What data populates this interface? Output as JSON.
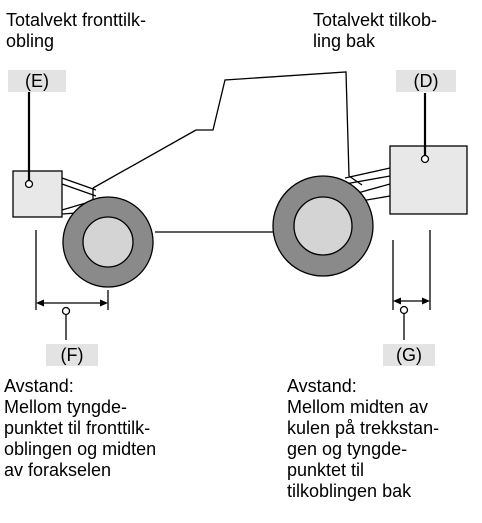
{
  "labels": {
    "front_weight_title": "Totalvekt fronttilk-\nobling",
    "rear_weight_title": "Totalvekt tilkob-\nling bak",
    "tag_e": "(E)",
    "tag_d": "(D)",
    "tag_f": "(F)",
    "tag_g": "(G)",
    "desc_f": "Avstand:\nMellom tyngde-\npunktet til fronttilk-\noblingen og midten\nav forakselen",
    "desc_g": "Avstand:\nMellom midten av\nkulen på trekkstan-\ngen og tyngde-\npunktet til\ntilkoblingen bak"
  },
  "colors": {
    "outline": "#000000",
    "fill_body": "#ffffff",
    "fill_implement": "#e8e8e8",
    "fill_tire": "#8a8a8a",
    "fill_rim": "#d4d4d4",
    "fill_tag": "#e3e3e3"
  }
}
